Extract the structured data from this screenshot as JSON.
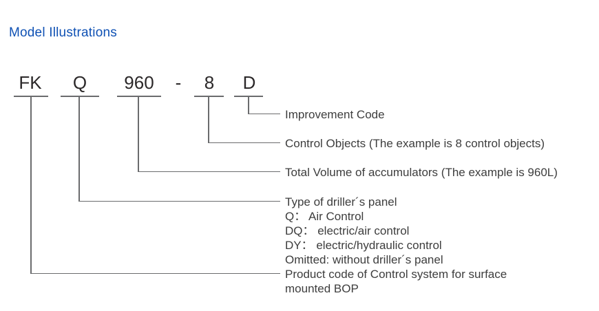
{
  "title": "Model Illustrations",
  "colors": {
    "accent_blue": "#0f51b4",
    "line_gray": "#6a6b6d",
    "label_text": "#3d3d3d",
    "code_text": "#2b2829",
    "background": "#ffffff"
  },
  "model_code": {
    "segments": [
      {
        "text": "FK"
      },
      {
        "text": "Q"
      },
      {
        "text": "960"
      },
      {
        "text": "-"
      },
      {
        "text": "8"
      },
      {
        "text": "D"
      }
    ]
  },
  "labels": {
    "improvement_code": "Improvement Code",
    "control_objects": "Control Objects (The example is 8 control objects)",
    "total_volume": "Total Volume of accumulators (The example is 960L)",
    "driller_panel": [
      "Type of driller´s panel",
      "Q： Air Control",
      "DQ： electric/air control",
      "DY： electric/hydraulic control",
      "Omitted: without driller´s panel"
    ],
    "product_code": [
      "Product code of Control system for surface",
      "mounted BOP"
    ]
  }
}
